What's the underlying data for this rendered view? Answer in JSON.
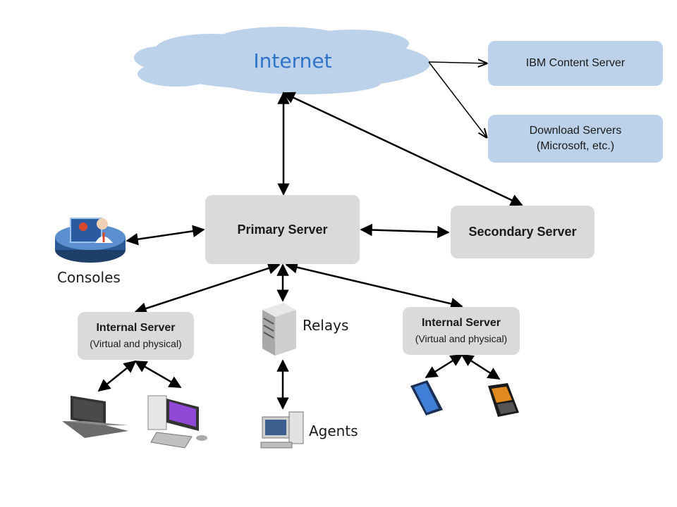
{
  "diagram": {
    "internet": {
      "label": "Internet"
    },
    "ibm_content_server": {
      "label": "IBM Content Server"
    },
    "download_servers": {
      "line1": "Download Servers",
      "line2": "(Microsoft, etc.)"
    },
    "primary_server": {
      "label": "Primary Server"
    },
    "secondary_server": {
      "label": "Secondary Server"
    },
    "consoles": {
      "label": "Consoles"
    },
    "internal_server_left": {
      "title": "Internal Server",
      "subtitle": "(Virtual and physical)"
    },
    "internal_server_right": {
      "title": "Internal Server",
      "subtitle": "(Virtual and physical)"
    },
    "relays": {
      "label": "Relays"
    },
    "agents": {
      "label": "Agents"
    },
    "colors": {
      "cloud": "#bcd2ea",
      "internet_text": "#2e75c9",
      "server_box": "#dadada",
      "external_box": "#bcd2ea",
      "arrow": "#000000"
    },
    "icons": [
      "console-operator-icon",
      "server-tower-icon",
      "desktop-computer-icon",
      "laptop-icon",
      "desktop-purple-icon",
      "smartphone-blue-icon",
      "smartphone-black-icon"
    ]
  }
}
